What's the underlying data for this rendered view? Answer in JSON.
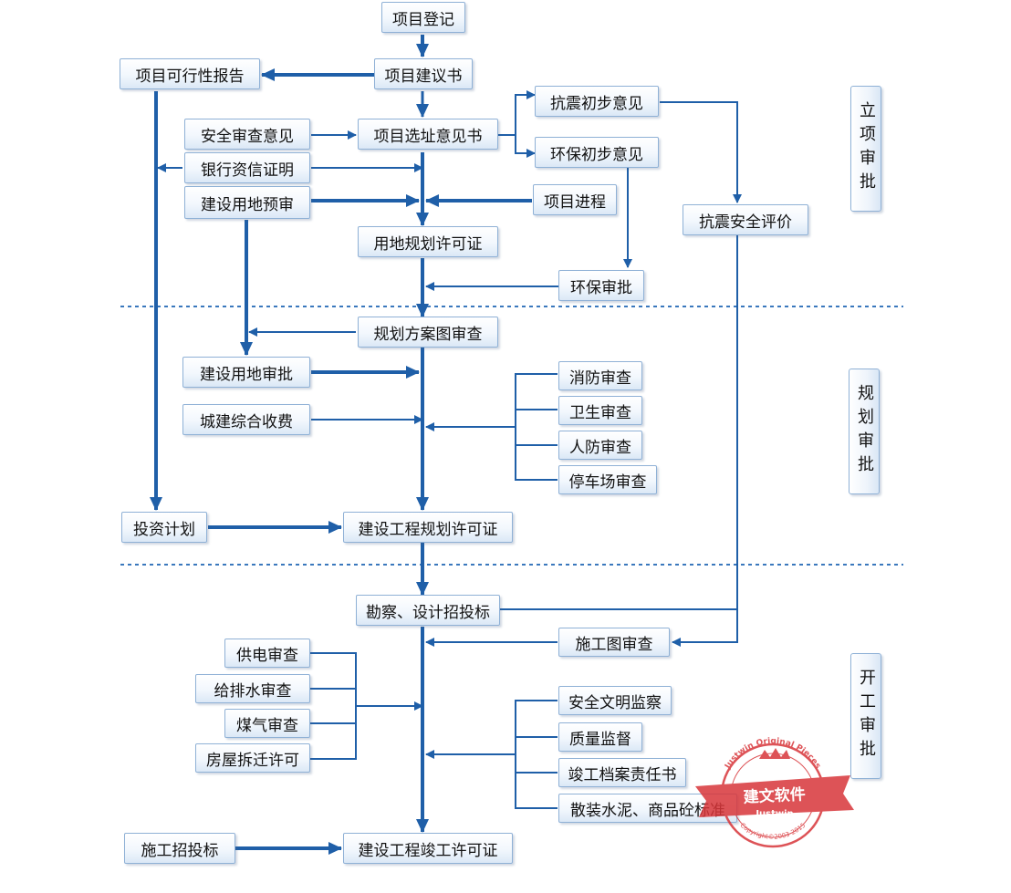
{
  "nodes": {
    "registration": "项目登记",
    "feasibility_report": "项目可行性报告",
    "proposal": "项目建议书",
    "safety_opinion": "安全审查意见",
    "site_opinion": "项目选址意见书",
    "seismic_prelim": "抗震初步意见",
    "env_prelim": "环保初步意见",
    "bank_credit": "银行资信证明",
    "land_pre_review": "建设用地预审",
    "project_progress": "项目进程",
    "seismic_eval": "抗震安全评价",
    "land_permit": "用地规划许可证",
    "env_approval": "环保审批",
    "scheme_review": "规划方案图审查",
    "land_approval": "建设用地审批",
    "fire_review": "消防审查",
    "sanitation_review": "卫生审查",
    "civil_defense_review": "人防审查",
    "parking_review": "停车场审查",
    "urban_fee": "城建综合收费",
    "investment_plan": "投资计划",
    "eng_permit": "建设工程规划许可证",
    "survey_bidding": "勘察、设计招投标",
    "drawing_review": "施工图审查",
    "power_review": "供电审查",
    "water_review": "给排水审查",
    "gas_review": "煤气审查",
    "demolition_permit": "房屋拆迁许可",
    "safety_supervision": "安全文明监察",
    "quality_supervision": "质量监督",
    "archive_responsibility": "竣工档案责任书",
    "bulk_cement": "散装水泥、商品砼标准",
    "construction_bidding": "施工招投标",
    "completion_permit": "建设工程竣工许可证"
  },
  "stages": {
    "approval": "立项审批",
    "planning": "规划审批",
    "construction": "开工审批"
  },
  "colors": {
    "arrow": "#1f5fa8",
    "dash": "#3a78bd",
    "box_border": "#8fb1d6",
    "stamp": "#d8363a"
  },
  "watermark": {
    "top_text": "Justwin Original Pieces",
    "center_text": "建文软件",
    "logo": "Justwin",
    "bottom_text": "Copyright©2003-2015"
  }
}
